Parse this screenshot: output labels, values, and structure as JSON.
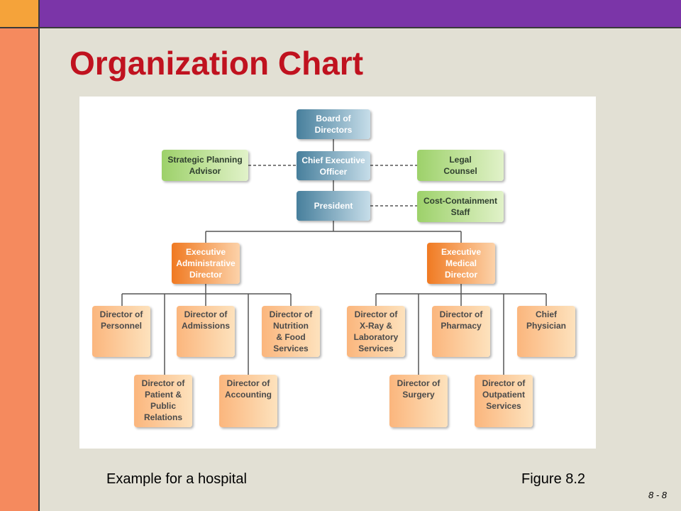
{
  "slide": {
    "title": "Organization Chart",
    "caption_left": "Example for a hospital",
    "caption_right": "Figure 8.2",
    "page_number": "8 - 8"
  },
  "colors": {
    "accent_title": "#c0121f",
    "top_bar": "#7b35a8",
    "left_bar": "#f58a5e",
    "corner": "#f5a33a",
    "background": "#e2e0d4"
  },
  "diagram": {
    "board": "Board of\nDirectors",
    "ceo": "Chief Executive\nOfficer",
    "strategic": "Strategic Planning\nAdvisor",
    "legal": "Legal\nCounsel",
    "president": "President",
    "cost": "Cost-Containment\nStaff",
    "exec_admin": "Executive\nAdministrative\nDirector",
    "exec_med": "Executive\nMedical\nDirector",
    "personnel": "Director of\nPersonnel",
    "admissions": "Director of\nAdmissions",
    "nutrition": "Director of\nNutrition\n& Food\nServices",
    "patient": "Director of\nPatient &\nPublic\nRelations",
    "accounting": "Director of\nAccounting",
    "xray": "Director of\nX-Ray &\nLaboratory\nServices",
    "pharmacy": "Director of\nPharmacy",
    "chief_physician": "Chief\nPhysician",
    "surgery": "Director of\nSurgery",
    "outpatient": "Director of\nOutpatient\nServices"
  }
}
